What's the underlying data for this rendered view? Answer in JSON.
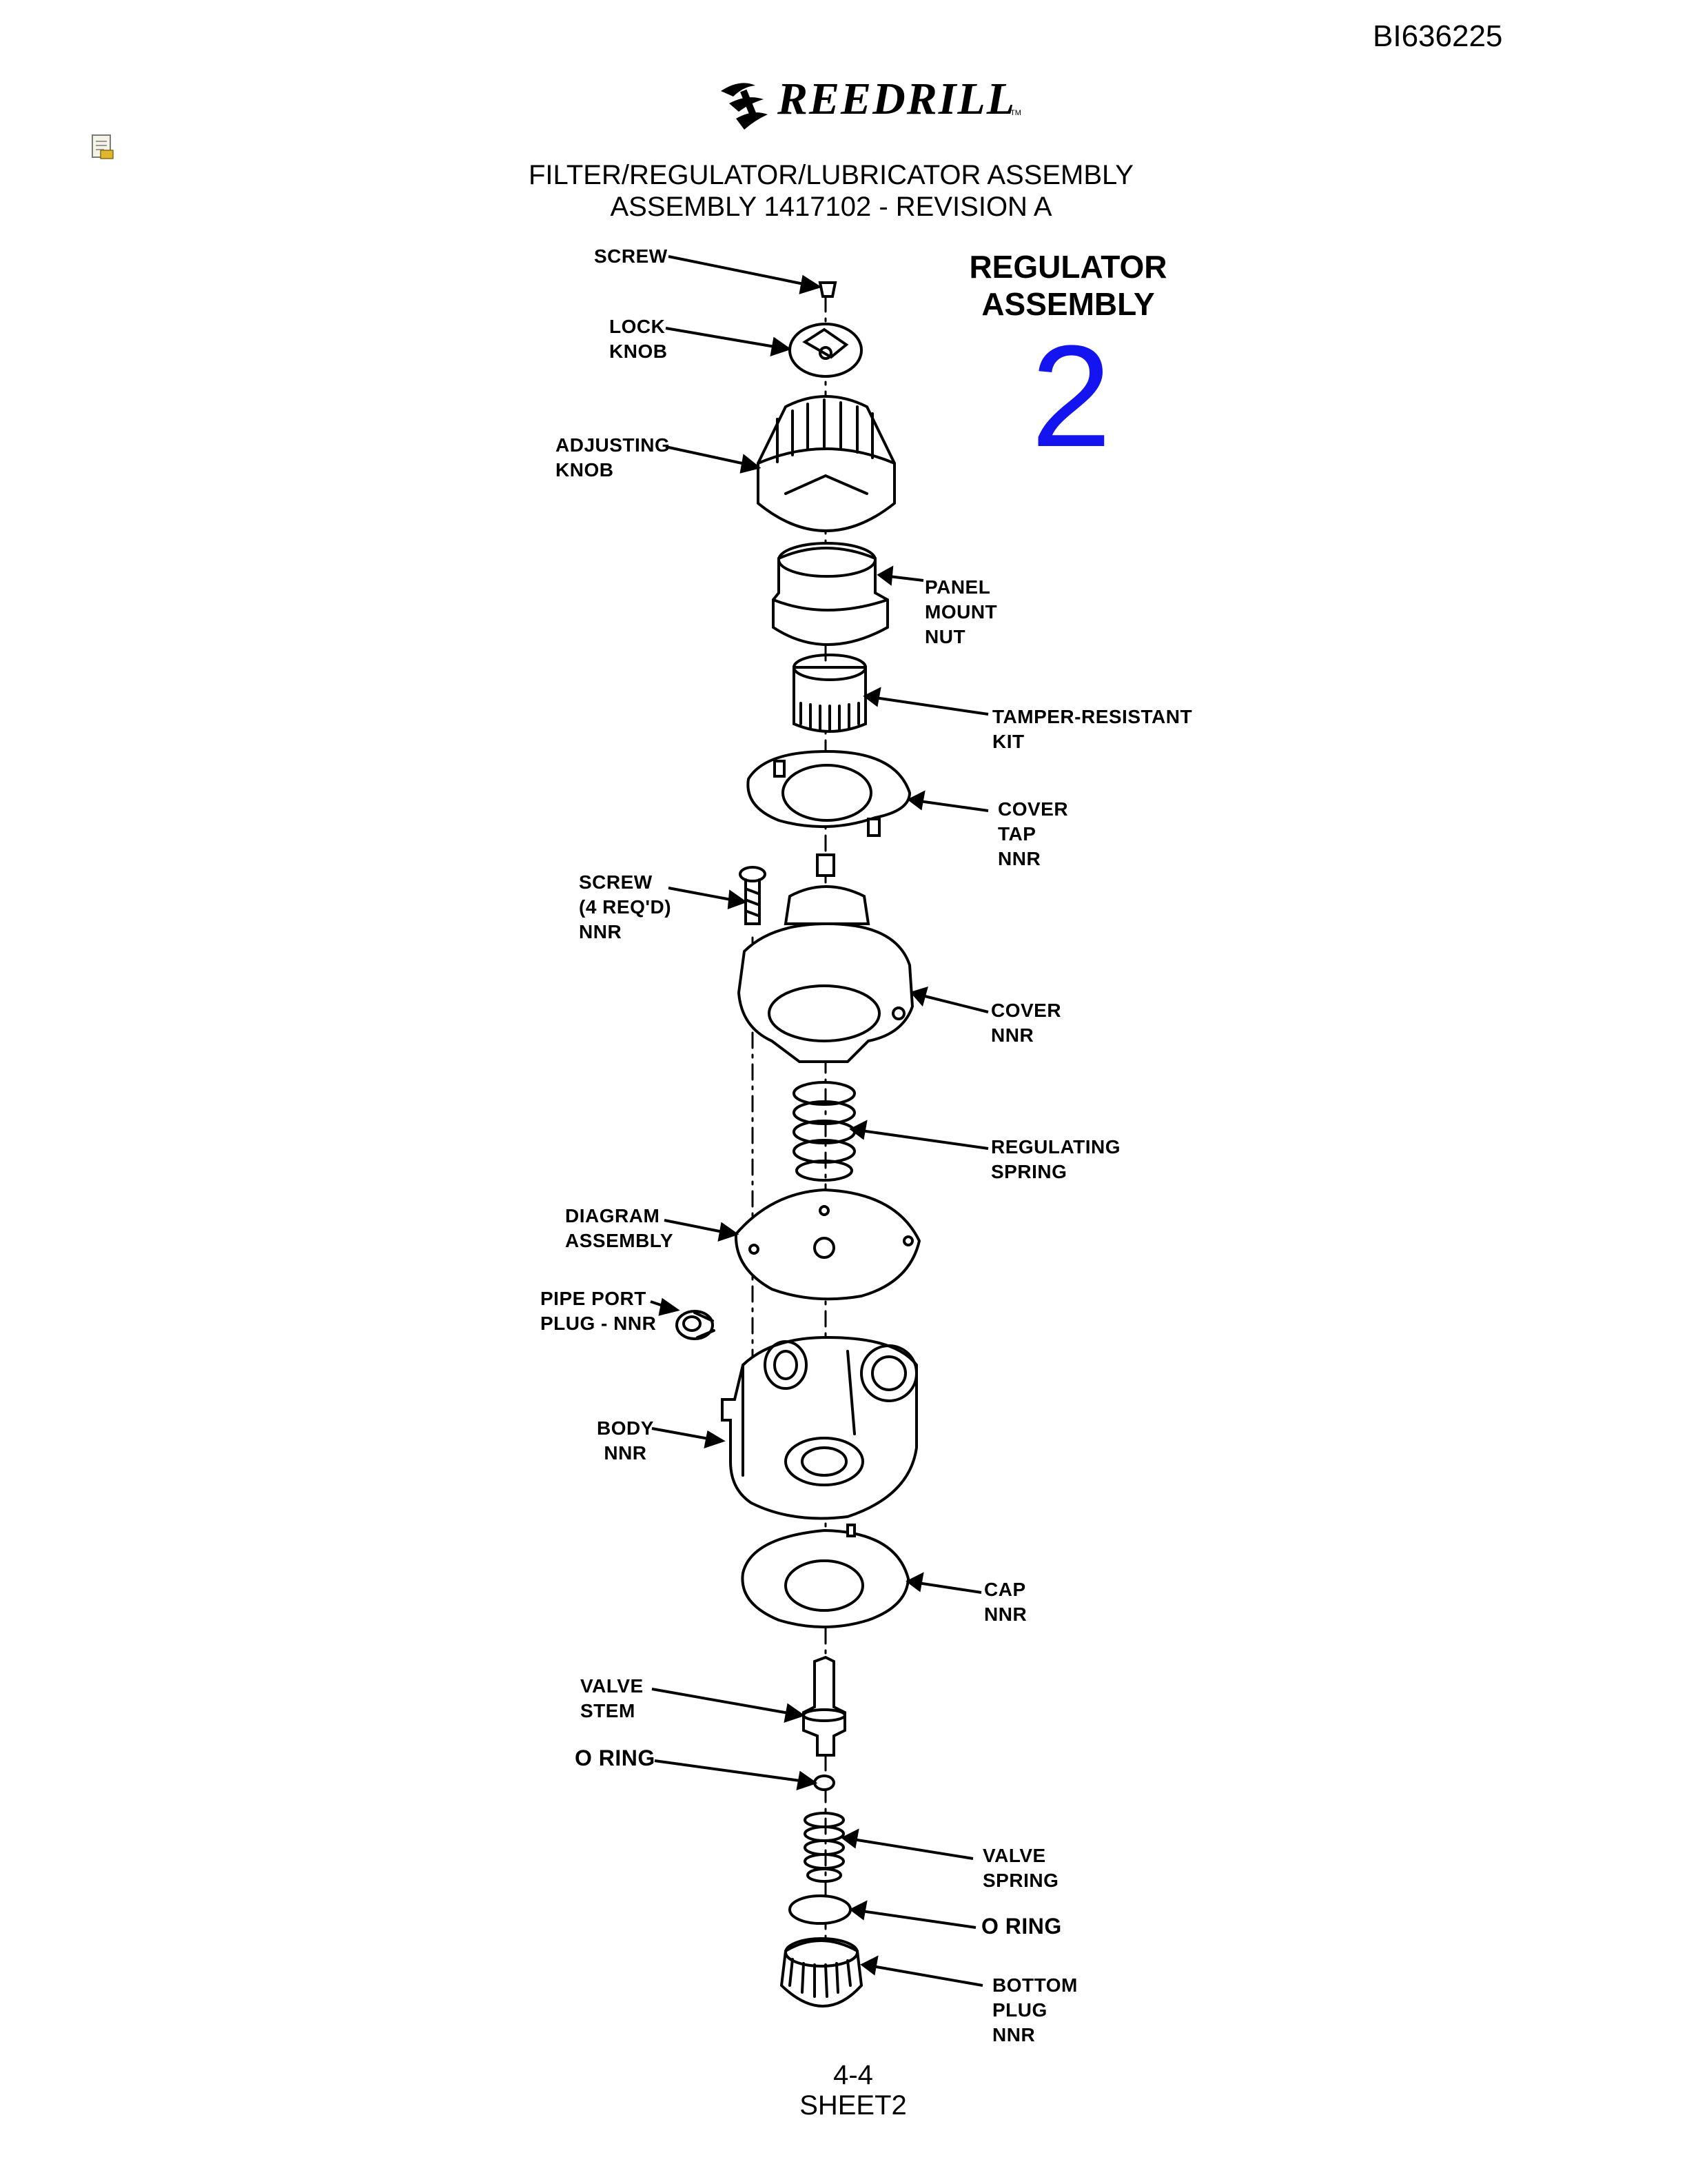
{
  "header": {
    "doc_id": "BI636225",
    "brand": "REEDRILL",
    "brand_tm": "TM",
    "title_line1": "FILTER/REGULATOR/LUBRICATOR ASSEMBLY",
    "title_line2": "ASSEMBLY 1417102 - REVISION A"
  },
  "section": {
    "heading_line1": "REGULATOR",
    "heading_line2": "ASSEMBLY",
    "number": "2",
    "number_color": "#1414f0"
  },
  "icons": [
    "note-icon",
    "reedrill-logo-icon"
  ],
  "callouts": [
    {
      "id": "screw-top",
      "lines": [
        "SCREW"
      ]
    },
    {
      "id": "lock-knob",
      "lines": [
        "LOCK",
        "KNOB"
      ]
    },
    {
      "id": "adjusting-knob",
      "lines": [
        "ADJUSTING",
        "KNOB"
      ]
    },
    {
      "id": "panel-mount-nut",
      "lines": [
        "PANEL",
        "MOUNT",
        "NUT"
      ]
    },
    {
      "id": "tamper-resistant-kit",
      "lines": [
        "TAMPER-RESISTANT",
        "KIT"
      ]
    },
    {
      "id": "cover-tap",
      "lines": [
        "COVER",
        "TAP",
        "NNR"
      ]
    },
    {
      "id": "screw-4",
      "lines": [
        "SCREW",
        "(4 REQ'D)",
        "NNR"
      ]
    },
    {
      "id": "cover",
      "lines": [
        "COVER",
        "NNR"
      ]
    },
    {
      "id": "regulating-spring",
      "lines": [
        "REGULATING",
        "SPRING"
      ]
    },
    {
      "id": "diagram-assembly",
      "lines": [
        "DIAGRAM",
        "ASSEMBLY"
      ]
    },
    {
      "id": "pipe-port-plug",
      "lines": [
        "PIPE PORT",
        "PLUG - NNR"
      ]
    },
    {
      "id": "body",
      "lines": [
        "BODY",
        "NNR"
      ]
    },
    {
      "id": "cap",
      "lines": [
        "CAP",
        "NNR"
      ]
    },
    {
      "id": "valve-stem",
      "lines": [
        "VALVE",
        "STEM"
      ]
    },
    {
      "id": "o-ring-1",
      "lines": [
        "O RING"
      ]
    },
    {
      "id": "valve-spring",
      "lines": [
        "VALVE",
        "SPRING"
      ]
    },
    {
      "id": "o-ring-2",
      "lines": [
        "O RING"
      ]
    },
    {
      "id": "bottom-plug",
      "lines": [
        "BOTTOM",
        "PLUG",
        "NNR"
      ]
    }
  ],
  "footer": {
    "page": "4-4",
    "sheet": "SHEET2"
  }
}
